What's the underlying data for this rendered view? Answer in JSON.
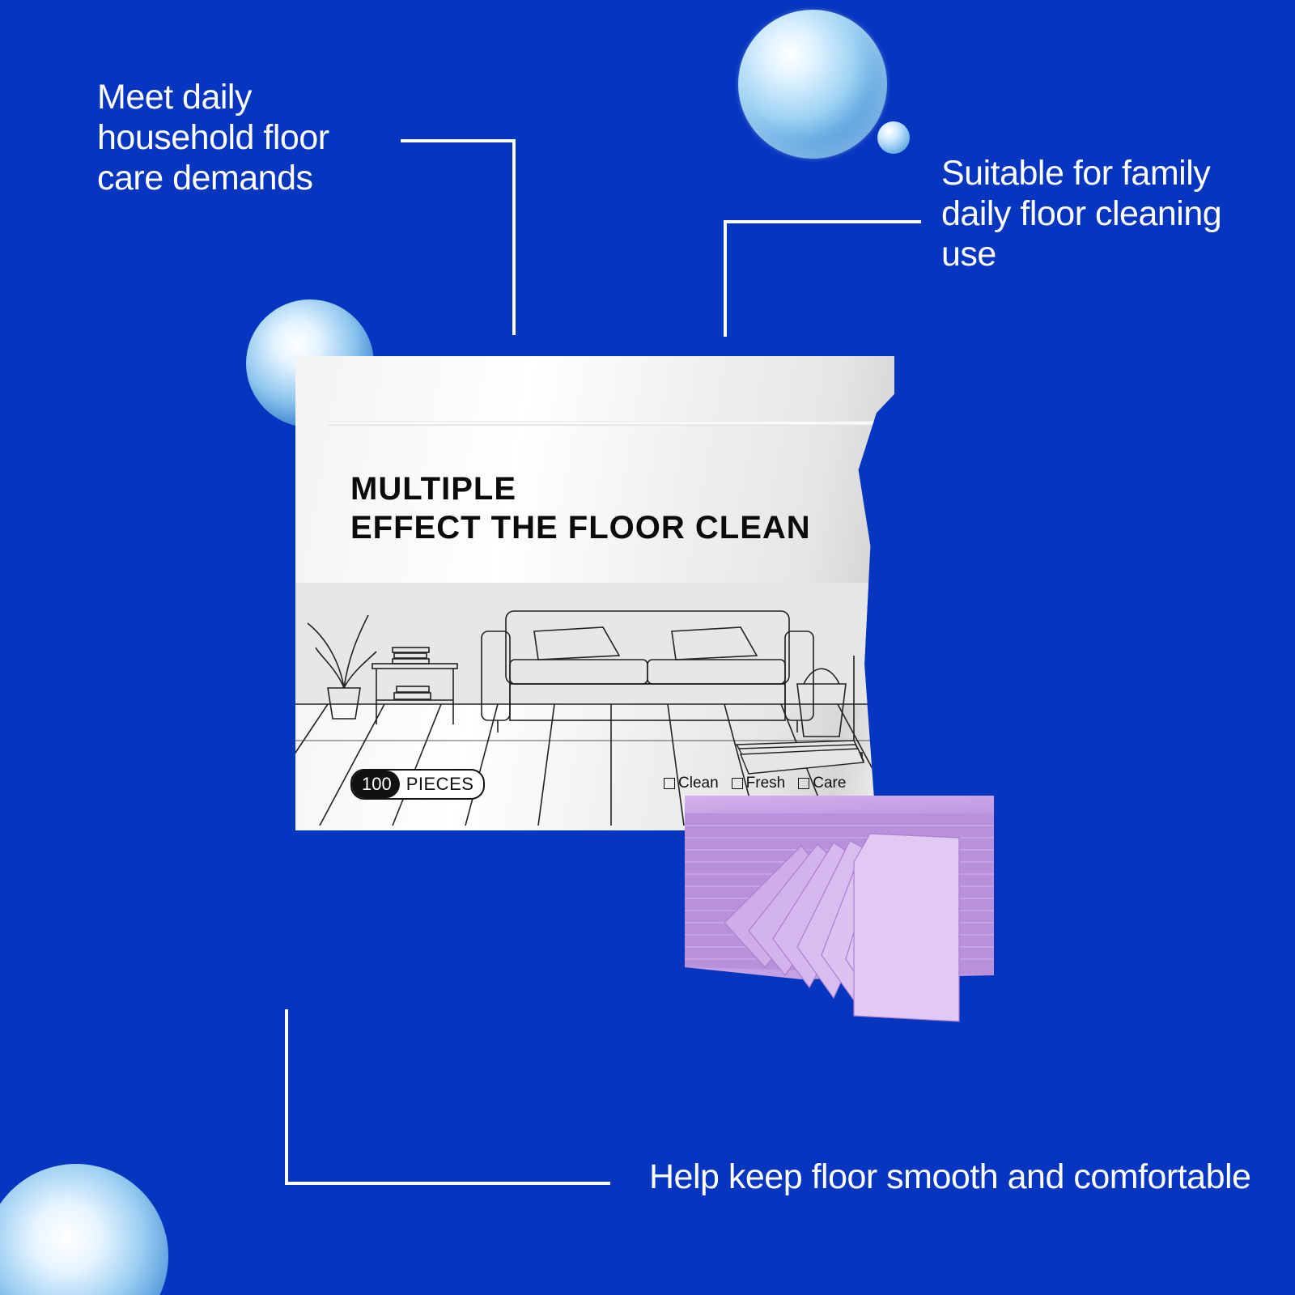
{
  "callouts": {
    "top_left": "Meet daily\nhousehold floor\ncare demands",
    "top_right": "Suitable for family\ndaily floor cleaning\nuse",
    "bottom": "Help keep floor smooth and comfortable"
  },
  "package": {
    "title_line1": "MULTIPLE",
    "title_line2": "EFFECT THE FLOOR CLEAN",
    "count": "100",
    "count_unit": "PIECES",
    "checks": [
      "Clean",
      "Fresh",
      "Care"
    ]
  },
  "colors": {
    "background": "#0636bf",
    "text": "#ffffff",
    "sheets": "#c9a6e6"
  },
  "icons": [
    "water-bubble-icon",
    "water-splash-bubble-icon",
    "sofa-illustration",
    "plant-illustration",
    "bucket-mop-illustration"
  ]
}
